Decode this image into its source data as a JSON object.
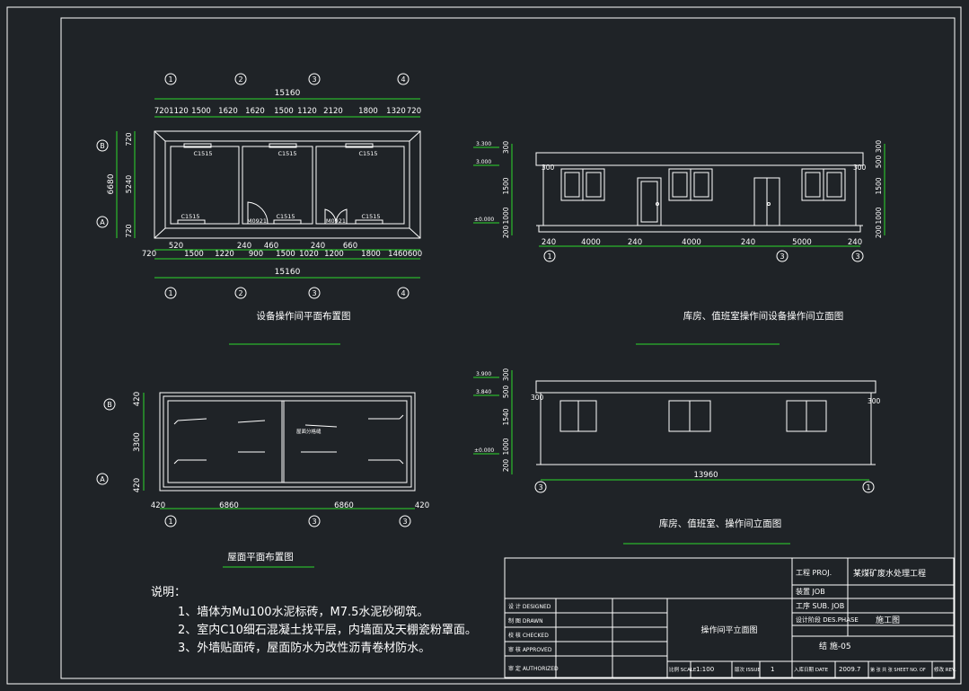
{
  "plan": {
    "title": "设备操作间平面布置图",
    "axes_top": [
      "1",
      "2",
      "3",
      "4"
    ],
    "axes_bottom": [
      "1",
      "2",
      "3",
      "4"
    ],
    "axes_left": [
      "B",
      "A"
    ],
    "total_top": "15160",
    "total_bottom": "15160",
    "dims_top": [
      "720",
      "1120",
      "1500",
      "1620",
      "1620",
      "1500",
      "1120",
      "2120",
      "1800",
      "1320",
      "720"
    ],
    "dims_bottom_a": [
      "520",
      "240",
      "460",
      "240",
      "660"
    ],
    "dims_bottom_b": [
      "720",
      "1500",
      "1220",
      "900",
      "1500",
      "1020",
      "1200",
      "1800",
      "1460",
      "600"
    ],
    "dims_left_total": "6680",
    "dims_left": [
      "720",
      "5240",
      "720"
    ],
    "windows": [
      "C1515",
      "C1515",
      "C1515",
      "C1515",
      "C1515",
      "C1515"
    ],
    "doors": [
      "M0921",
      "M0921"
    ]
  },
  "elev1": {
    "title": "库房、值班室操作间设备操作间立面图",
    "levels": [
      "3.300",
      "3.000",
      "±0.000"
    ],
    "left_dims": [
      "300",
      "1500",
      "1000",
      "200"
    ],
    "right_dims": [
      "300",
      "500",
      "1500",
      "1000",
      "200"
    ],
    "offset_l": "300",
    "offset_r": "300",
    "bottom_dims": [
      "240",
      "4000",
      "240",
      "4000",
      "240",
      "5000",
      "240"
    ],
    "axes": [
      "1",
      "3",
      "3"
    ]
  },
  "roof": {
    "title": "屋面平面布置图",
    "axes_left": [
      "B",
      "A"
    ],
    "left_dims": [
      "420",
      "3300",
      "420"
    ],
    "bottom_dims": [
      "420",
      "6860",
      "6860",
      "420"
    ],
    "axes_bottom": [
      "1",
      "3",
      "3"
    ],
    "note_label": "屋面分格缝"
  },
  "elev2": {
    "title": "库房、值班室、操作间立面图",
    "levels": [
      "3.900",
      "3.840",
      "±0.000"
    ],
    "left_dims": [
      "300",
      "500",
      "1540",
      "1000",
      "200"
    ],
    "offset_l": "300",
    "offset_r": "300",
    "total": "13960",
    "axes": [
      "3",
      "1"
    ]
  },
  "notes": {
    "heading": "说明：",
    "items": [
      "1、墙体为Mu100水泥标砖，M7.5水泥砂砌筑。",
      "2、室内C10细石混凝土找平层，内墙面及天棚瓷粉罩面。",
      "3、外墙贴面砖，屋面防水为改性沥青卷材防水。"
    ]
  },
  "titleblock": {
    "proj_label": "工程 PROJ.",
    "proj_value": "某煤矿废水处理工程",
    "dev_label": "装置 JOB",
    "sub_label": "工序 SUB. JOB",
    "stage_label": "设计阶段 DES.PHASE",
    "stage_value": "施工图",
    "drawing_title": "操作间平立面图",
    "drawing_no": "结 施-05",
    "roles": [
      "设 计 DESIGNED",
      "制 图 DRAWN",
      "校 核 CHECKED",
      "审 核 APPROVED",
      "审 定 AUTHORIZED"
    ],
    "scale_label": "比例 SCALE",
    "scale_value": "1:100",
    "issue_label": "版次 ISSUE",
    "issue_value": "1",
    "date_label": "入库日期 DATE",
    "date_value": "2009.7",
    "sheet_label": "第 张 共 张 SHEET NO. OF",
    "rev_label": "修改 REV."
  },
  "colors": {
    "background": "#1f2327",
    "line": "#ffffff",
    "accent": "#2ed82e"
  }
}
